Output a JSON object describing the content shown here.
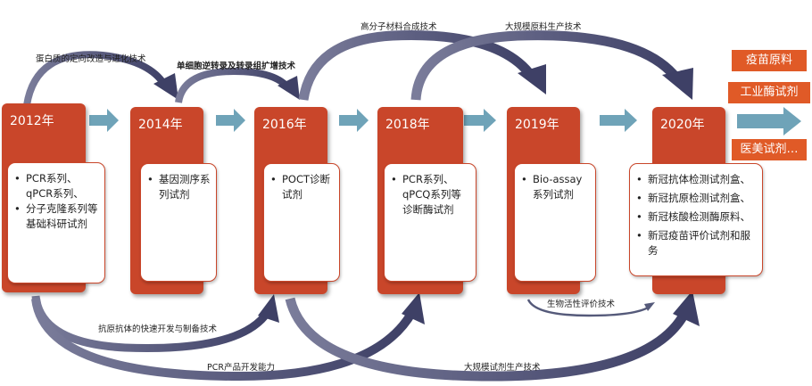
{
  "milestones": [
    {
      "year": "2012年",
      "items": [
        "PCR系列、qPCR系列、",
        "分子克隆系列等基础科研试剂"
      ]
    },
    {
      "year": "2014年",
      "items": [
        "基因测序系列试剂"
      ]
    },
    {
      "year": "2016年",
      "items": [
        "POCT诊断试剂"
      ]
    },
    {
      "year": "2018年",
      "items": [
        "PCR系列、qPCQ系列等诊断酶试剂"
      ]
    },
    {
      "year": "2019年",
      "items": [
        "Bio-assay系列试剂"
      ]
    },
    {
      "year": "2020年",
      "items": [
        "新冠抗体检测试剂盒、",
        "新冠抗原检测试剂盒、",
        "新冠核酸检测酶原料、",
        "新冠疫苗评价试剂和服务"
      ]
    }
  ],
  "tags": [
    "疫苗原料",
    "工业酶试剂",
    "医美试剂…"
  ],
  "techs": {
    "protein_evolution": "蛋白质的定向改造与进化技术",
    "rt_amplification": "单细胞逆转录及转录组扩增技术",
    "polymer_synthesis": "高分子材料合成技术",
    "bulk_raw_material": "大规模原料生产技术",
    "antigen_antibody": "抗原抗体的快速开发与制备技术",
    "pcr_development": "PCR产品开发能力",
    "bulk_reagent": "大规模试剂生产技术",
    "bioactivity_eval": "生物活性评价技术"
  },
  "colors": {
    "card": "#c9462a",
    "tag": "#e05a27",
    "flow_arrow": "#6fa3b8",
    "tech_arrow": "#4a4a6e"
  }
}
